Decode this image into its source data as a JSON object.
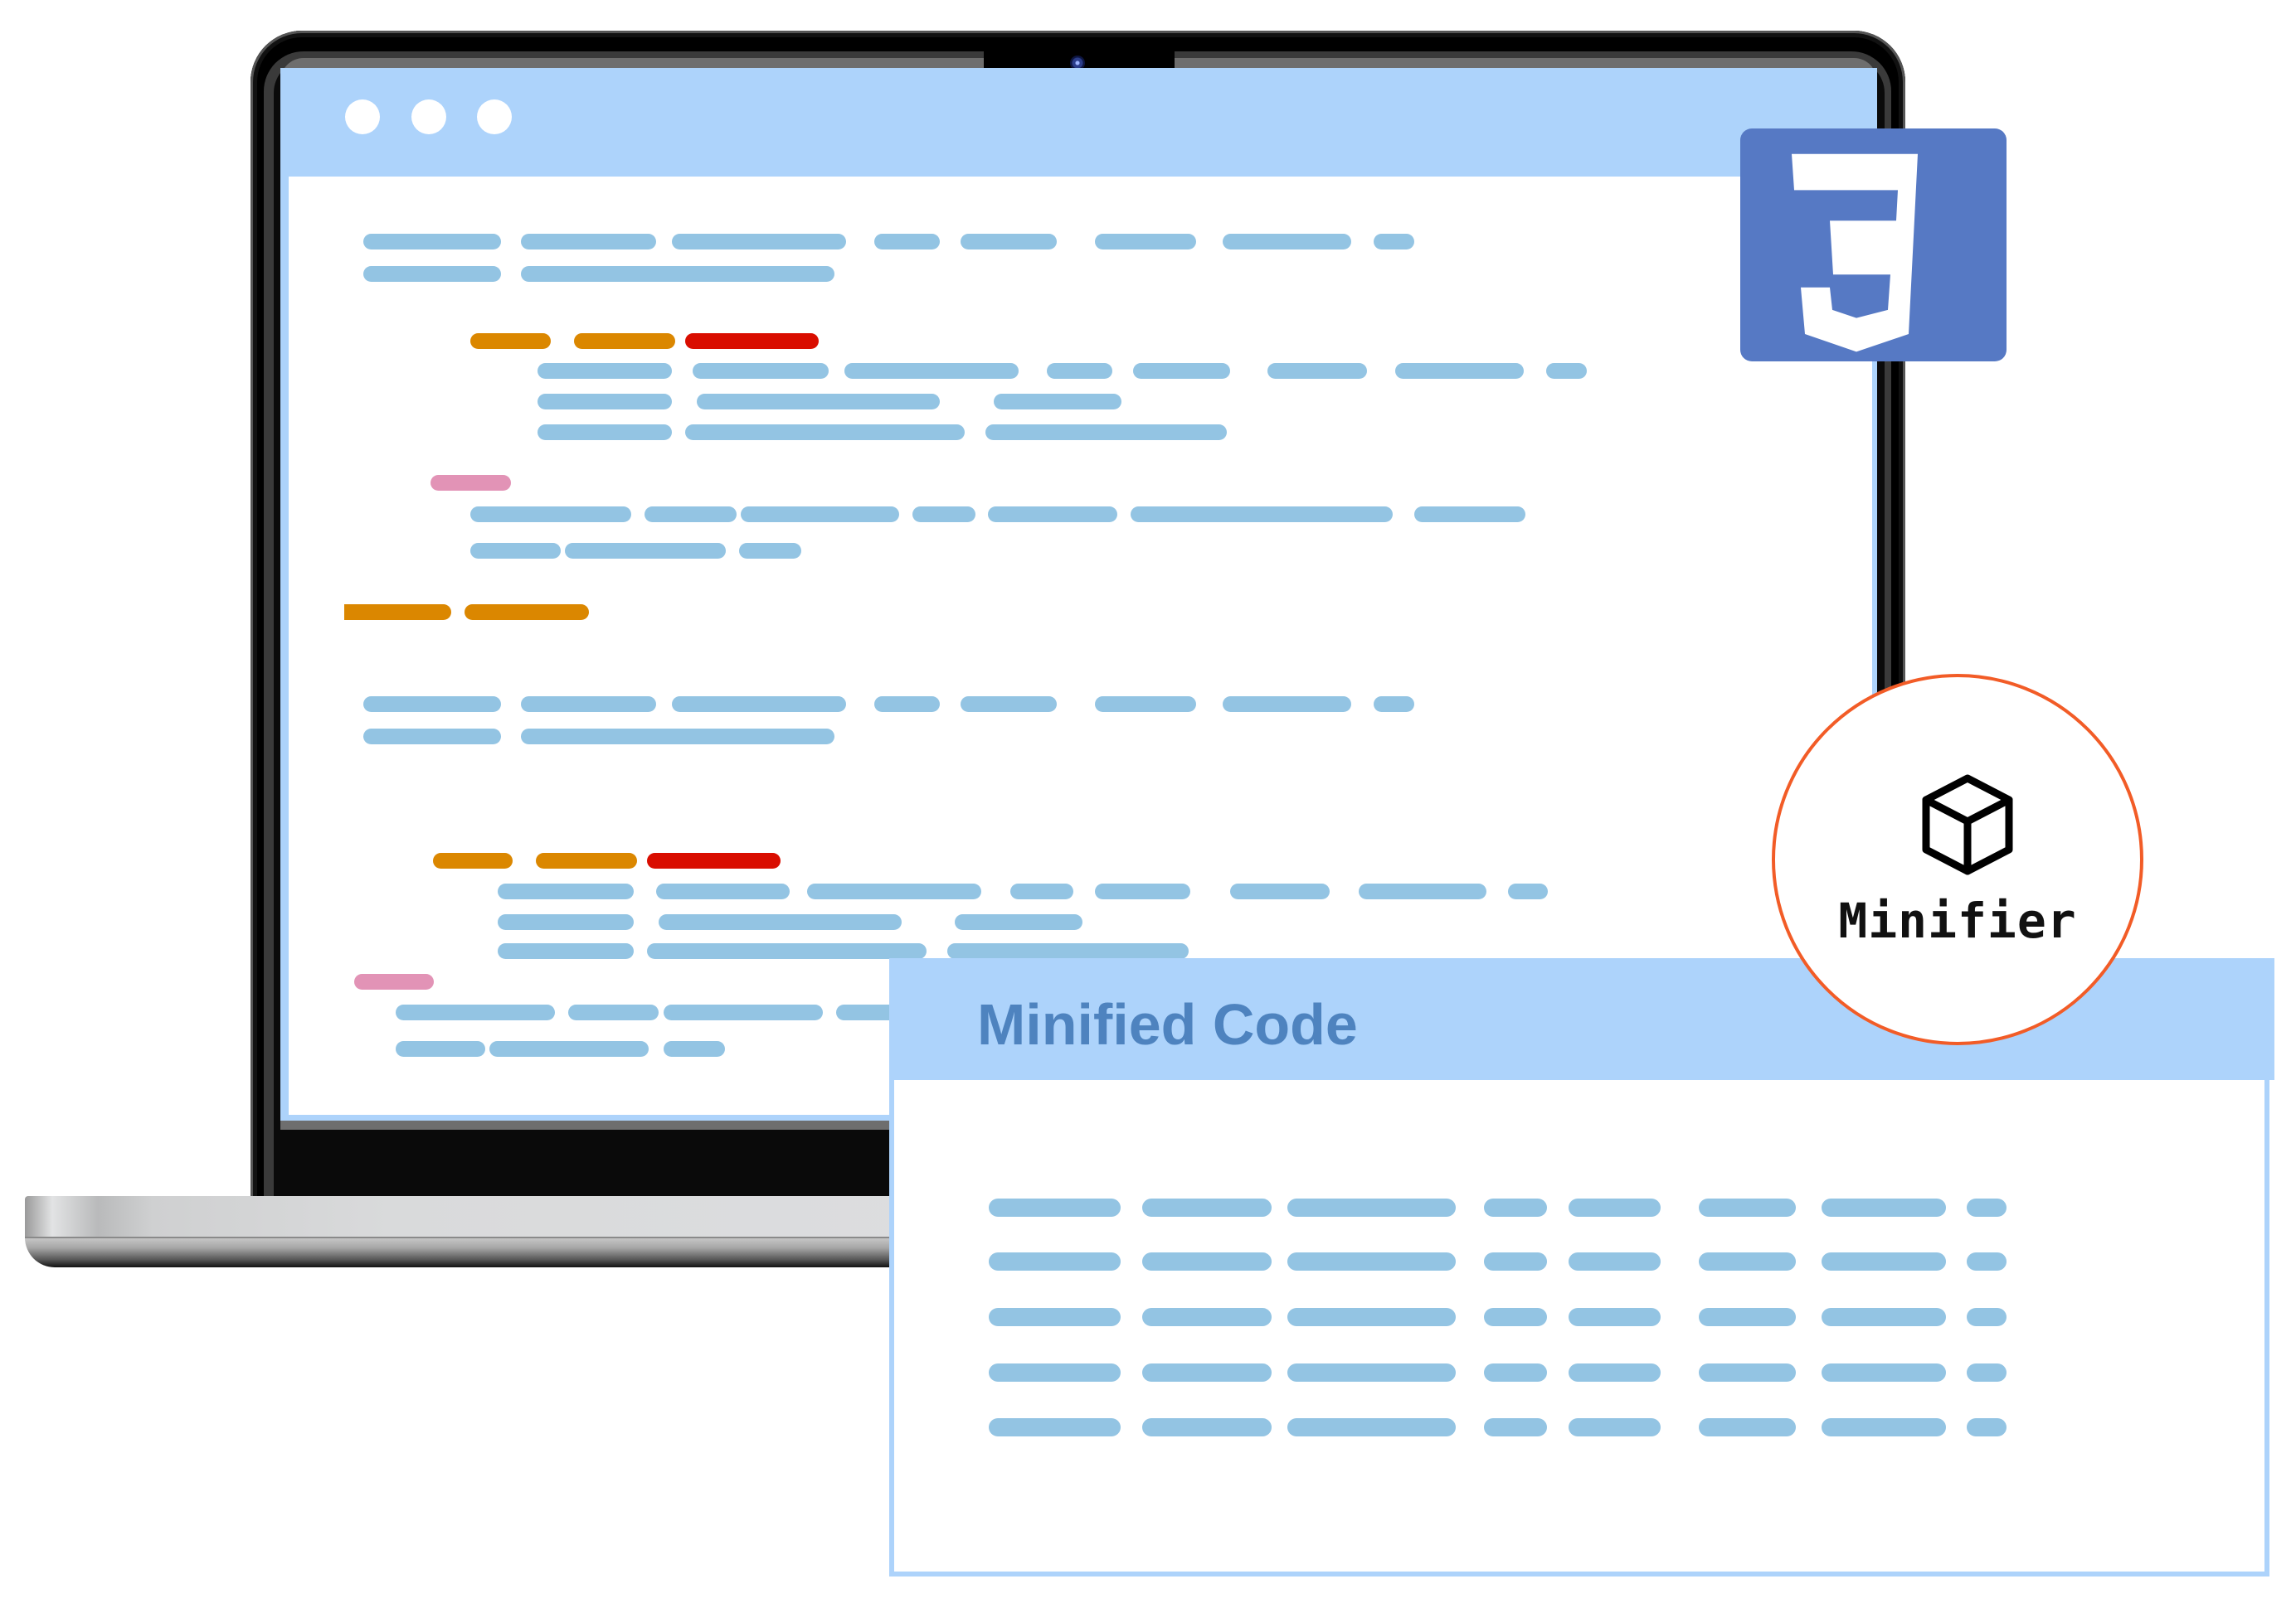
{
  "screen": {
    "window_dots": [
      "dot-1",
      "dot-2",
      "dot-3"
    ],
    "colors": {
      "header": "#ADD3FB",
      "code_bar": "#93C4E3",
      "keyword_orange": "#DB8700",
      "keyword_red": "#D90D00",
      "selector_pink": "#E293B6"
    }
  },
  "badge": {
    "icon": "css3-logo-icon",
    "color": "#5679C4"
  },
  "minifier": {
    "icon": "cube-icon",
    "label": "Minifier",
    "border_color": "#F25C27"
  },
  "panel": {
    "title": "Minified Code",
    "title_color": "#4E83BF",
    "rows": 5
  }
}
